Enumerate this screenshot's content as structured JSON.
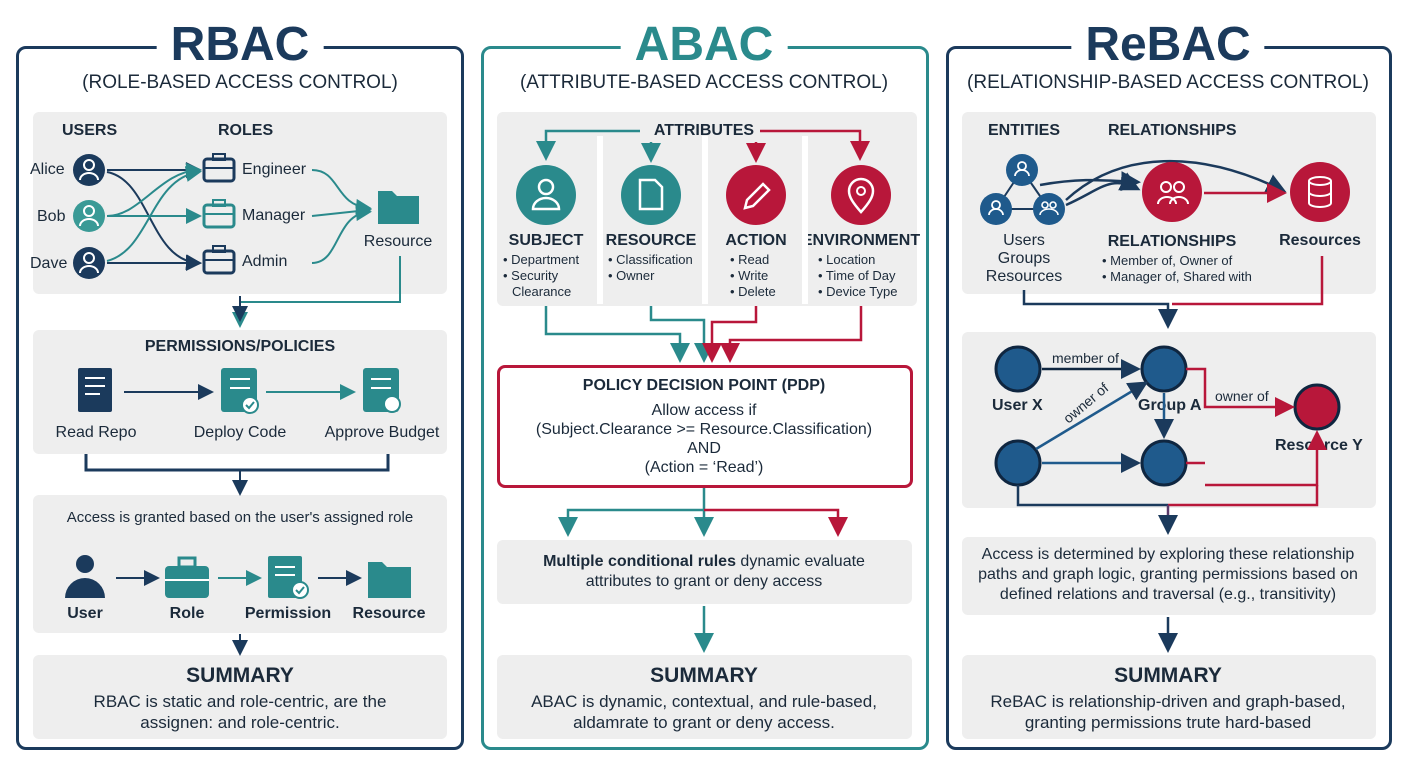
{
  "colors": {
    "navy": "#1b3a5c",
    "teal": "#2a8a8c",
    "crimson": "#b8173a",
    "gray": "#eeeeee"
  },
  "rbac": {
    "title": "RBAC",
    "subtitle": "(ROLE-BASED ACCESS CONTROL)",
    "users_header": "USERS",
    "roles_header": "ROLES",
    "users": [
      "Alice",
      "Bob",
      "Dave"
    ],
    "roles": [
      "Engineer",
      "Manager",
      "Admin"
    ],
    "resource": "Resource",
    "permissions_header": "PERMISSIONS/POLICIES",
    "permissions": [
      "Read Repo",
      "Deploy Code",
      "Approve Budget"
    ],
    "flow_caption": "Access is granted based on the user's assigned role",
    "flow": [
      "User",
      "Role",
      "Permission",
      "Resource"
    ],
    "summary_title": "SUMMARY",
    "summary_lines": [
      "RBAC is static and role-centric, are the",
      "assignen: and role-centric."
    ]
  },
  "abac": {
    "title": "ABAC",
    "subtitle": "(ATTRIBUTE-BASED ACCESS CONTROL)",
    "attributes_header": "ATTRIBUTES",
    "categories": [
      {
        "name": "SUBJECT",
        "items": [
          "• Department",
          "• Security",
          "  Clearance"
        ]
      },
      {
        "name": "RESOURCE",
        "items": [
          "• Classification",
          "• Owner"
        ]
      },
      {
        "name": "ACTION",
        "items": [
          "• Read",
          "• Write",
          "• Delete"
        ]
      },
      {
        "name": "ENVIRONMENT",
        "items": [
          "• Location",
          "• Time of Day",
          "• Device Type"
        ]
      }
    ],
    "pdp_title": "POLICY DECISION POINT (PDP)",
    "pdp_lines": [
      "Allow access if",
      "(Subject.Clearance >= Resource.Classification)",
      "AND",
      "(Action = ‘Read’)"
    ],
    "rules_bold": "Multiple conditional rules",
    "rules_rest1": " dynamic evaluate",
    "rules_line2": "attributes to grant or deny access",
    "summary_title": "SUMMARY",
    "summary_lines": [
      "ABAC is dynamic, contextual, and rule-based,",
      "aldamrate to grant or deny access."
    ]
  },
  "rebac": {
    "title": "ReBAC",
    "subtitle": "(RELATIONSHIP-BASED ACCESS CONTROL)",
    "entities_header": "ENTITIES",
    "relationships_header": "RELATIONSHIPS",
    "entity_lines": [
      "Users",
      "Groups",
      "Resources"
    ],
    "relationships_label": "RELATIONSHIPS",
    "relationship_items": [
      "• Member of, Owner of",
      "• Manager of, Shared with"
    ],
    "resources_label": "Resources",
    "graph": {
      "user_x": "User X",
      "group_a": "Group A",
      "resource_y": "Resource Y",
      "member_of": "member of",
      "owner_of_1": "owner of",
      "owner_of_2": "owner of"
    },
    "caption_lines": [
      "Access is determined by exploring these relationship",
      "paths and graph logic, granting permissions based on",
      "defined relations and traversal (e.g., transitivity)"
    ],
    "summary_title": "SUMMARY",
    "summary_lines": [
      "ReBAC is relationship-driven and graph-based,",
      "granting permissions trute hard-based"
    ]
  }
}
